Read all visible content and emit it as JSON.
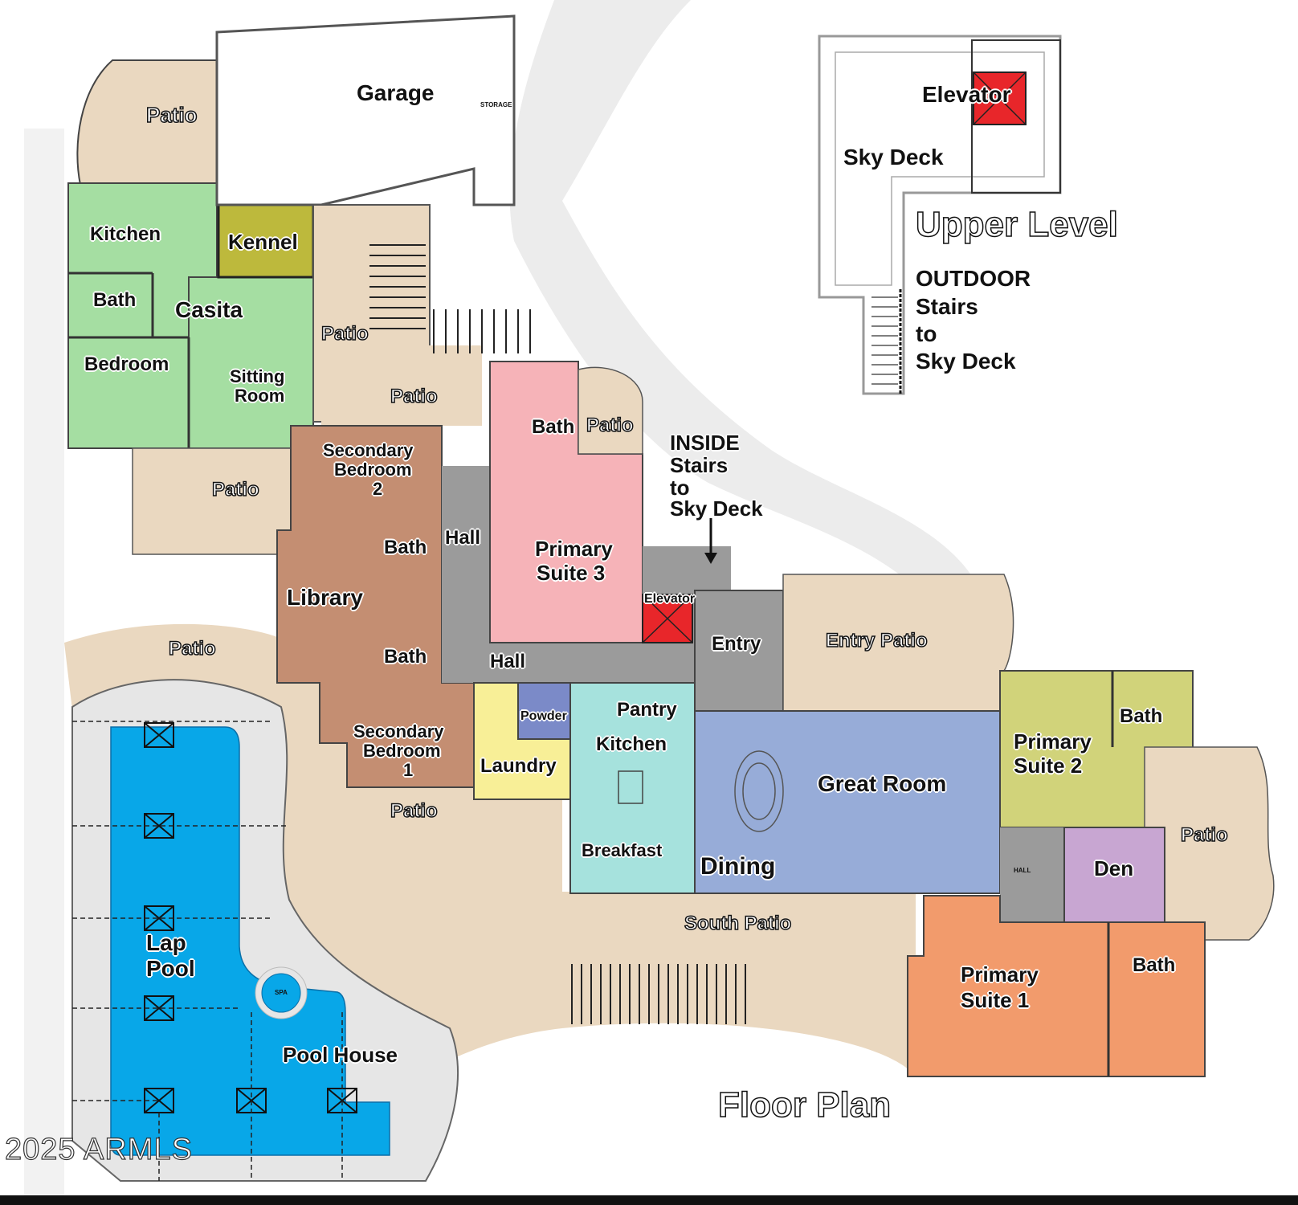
{
  "colors": {
    "patio": "#ead8c0",
    "casita": "#a5dea2",
    "kennel": "#bdb93c",
    "garage": "#ffffff",
    "secondary_wing": "#c48e72",
    "hall": "#9b9b9b",
    "primary_suite_3": "#f6b3b8",
    "elevator": "#e8262a",
    "laundry": "#f8ef97",
    "powder": "#7b8ac8",
    "kitchen": "#a6e2dd",
    "great_room": "#97acd8",
    "primary_suite_2": "#d1d37a",
    "den": "#c8a6d2",
    "primary_suite_1": "#f29b6c",
    "pool": "#08a7e8",
    "pool_deck": "#e9e9e9",
    "driveway": "#eeeeee"
  },
  "titles": {
    "floor_plan": "Floor Plan",
    "upper_level": "Upper Level",
    "watermark": "2025 ARMLS"
  },
  "upper_level": {
    "elevator": "Elevator",
    "sky_deck": "Sky Deck",
    "outdoor_stairs": [
      "OUTDOOR",
      "Stairs",
      "to",
      "Sky Deck"
    ]
  },
  "inside_stairs_note": [
    "INSIDE",
    "Stairs",
    "to",
    "Sky Deck"
  ],
  "rooms": {
    "garage": "Garage",
    "storage": "STORAGE",
    "patio": "Patio",
    "kennel": "Kennel",
    "kitchen_casita": "Kitchen",
    "casita": "Casita",
    "bath": "Bath",
    "bedroom": "Bedroom",
    "sitting_room": [
      "Sitting",
      "Room"
    ],
    "secondary_bedroom_2": [
      "Secondary",
      "Bedroom",
      "2"
    ],
    "secondary_bedroom_1": [
      "Secondary",
      "Bedroom",
      "1"
    ],
    "library": "Library",
    "hall": "Hall",
    "hall_small": "HALL",
    "primary_suite_3": [
      "Primary",
      "Suite 3"
    ],
    "primary_suite_2": [
      "Primary",
      "Suite 2"
    ],
    "primary_suite_1": [
      "Primary",
      "Suite 1"
    ],
    "elevator": "Elevator",
    "entry": "Entry",
    "entry_patio": "Entry Patio",
    "powder": "Powder",
    "pantry": "Pantry",
    "kitchen": "Kitchen",
    "laundry": "Laundry",
    "breakfast": "Breakfast",
    "dining": "Dining",
    "great_room": "Great Room",
    "den": "Den",
    "south_patio": "South Patio",
    "lap_pool": [
      "Lap",
      "Pool"
    ],
    "pool_house": "Pool House",
    "spa": "SPA"
  }
}
